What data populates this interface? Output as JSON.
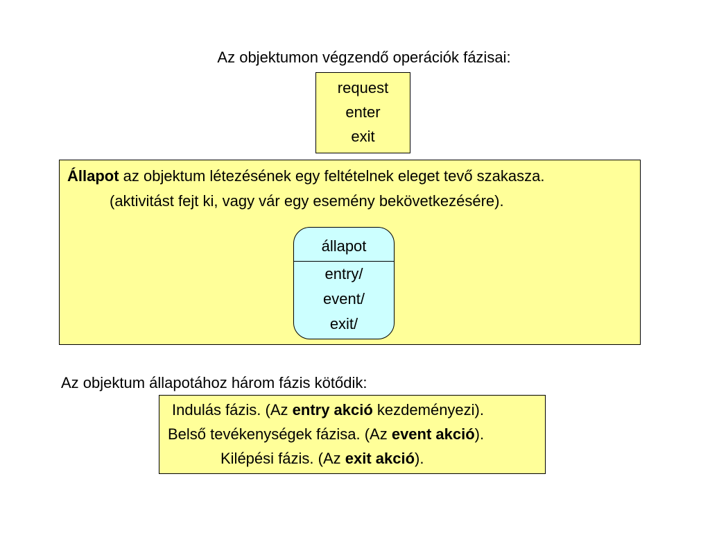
{
  "title": "Az objektumon végzendő operációk fázisai:",
  "operations": [
    "request",
    "enter",
    "exit"
  ],
  "state_definition": {
    "term": "Állapot",
    "rest": " az objektum létezésének egy feltételnek eleget tevő szakasza.",
    "line2": "(aktivitást fejt ki, vagy vár egy esemény bekövetkezésére)."
  },
  "state_node": {
    "name": "állapot",
    "actions": [
      "entry/",
      "event/",
      "exit/"
    ]
  },
  "phases_heading": "Az objektum állapotához három fázis kötődik:",
  "phases": [
    {
      "pre": "Indulás fázis. (Az ",
      "bold": "entry akció",
      "post": " kezdeményezi)."
    },
    {
      "pre": "Belső tevékenységek fázisa. (Az ",
      "bold": "event akció",
      "post": ")."
    },
    {
      "pre": "Kilépési fázis. (Az ",
      "bold": "exit akció",
      "post": ")."
    }
  ],
  "colors": {
    "box_fill": "#ffff99",
    "state_fill": "#ccffff",
    "border": "#000000"
  }
}
